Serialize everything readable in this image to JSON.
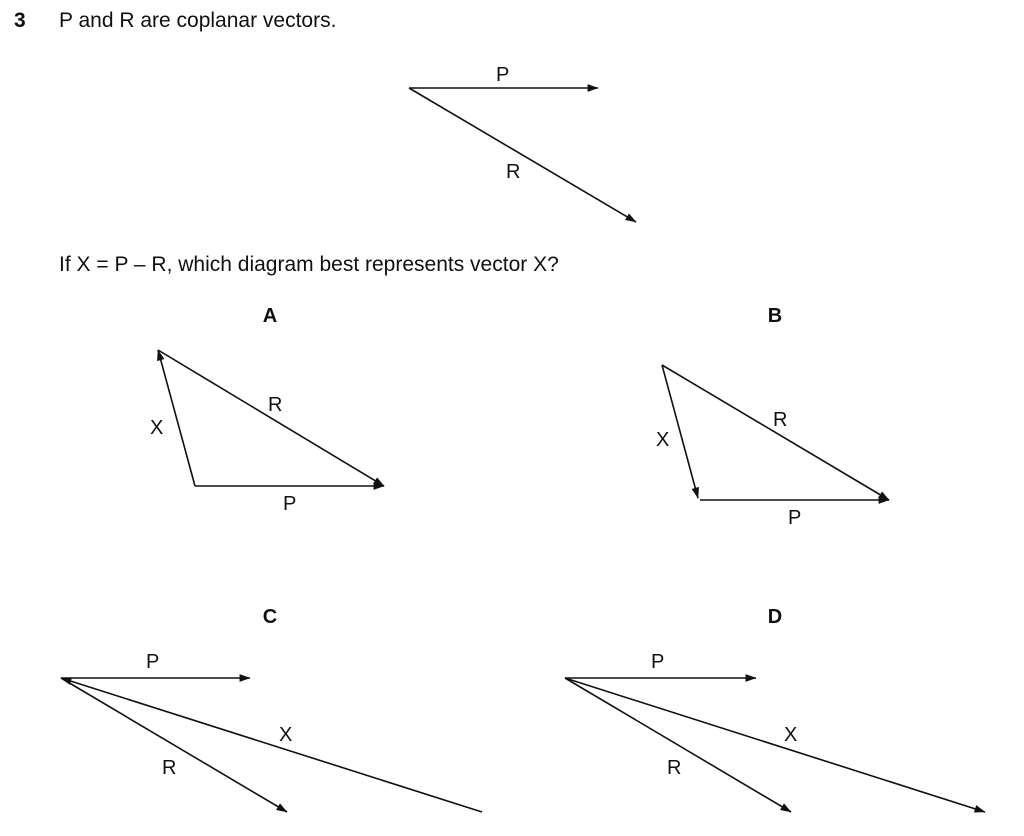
{
  "question": {
    "number": "3",
    "text": "P and R are coplanar vectors.",
    "prompt": "If X = P – R, which diagram best represents vector X?"
  },
  "vector_labels": {
    "p": "P",
    "r": "R",
    "x": "X"
  },
  "options": [
    {
      "label": "A"
    },
    {
      "label": "B"
    },
    {
      "label": "C"
    },
    {
      "label": "D"
    }
  ]
}
